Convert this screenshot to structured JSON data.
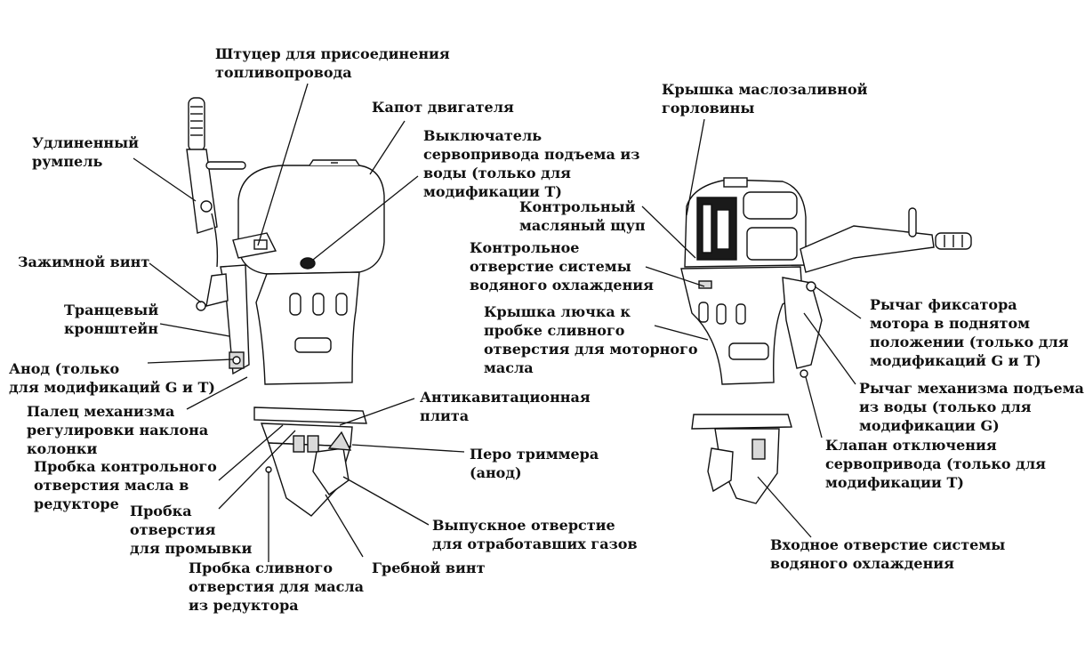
{
  "labels": {
    "fuel_fitting": "Штуцер для присоединения\nтопливопровода",
    "engine_cover": "Капот двигателя",
    "extended_tiller": "Удлиненный\nрумпель",
    "power_tilt_switch": "Выключатель\nсервопривода подъема из\nводы (только для\nмодификации T)",
    "clamp_screw": "Зажимной винт",
    "transom_bracket": "Транцевый\nкронштейн",
    "anode_gt": "Анод (только\nдля модификаций G и T)",
    "tilt_pin": "Палец механизма\nрегулировки наклона\nколонки",
    "gear_oil_level_plug": "Пробка контрольного\nотверстия масла в\nредукторе",
    "flush_plug": "Пробка\nотверстия\nдля промывки",
    "gear_oil_drain_plug": "Пробка сливного\nотверстия для масла\nиз редуктора",
    "propeller": "Гребной винт",
    "exhaust_outlet": "Выпускное отверстие\nдля отработавших газов",
    "trim_tab": "Перо триммера\n(анод)",
    "anti_cavitation_plate": "Антикавитационная\nплита",
    "oil_filler_cap": "Крышка маслозаливной\nгорловины",
    "dipstick": "Контрольный\nмасляный щуп",
    "cooling_check_hole": "Контрольное\nотверстие системы\nводяного охлаждения",
    "oil_drain_cover": "Крышка лючка к\nпробке сливного\nотверстия для моторного\nмасла",
    "tilt_lock_lever": "Рычаг фиксатора\nмотора в поднятом\nположении (только для\nмодификаций G и T)",
    "tilt_lever_g": "Рычаг механизма подъема\nиз воды (только для\nмодификации G)",
    "manual_release_valve": "Клапан отключения\nсервопривода (только для\nмодификации T)",
    "water_intake": "Входное отверстие системы\nводяного охлаждения"
  },
  "icons": {
    "left_motor": "outboard-motor-side-view-icon",
    "right_motor": "outboard-motor-rear-open-view-icon"
  },
  "colors": {
    "ink": "#111111",
    "background": "#ffffff"
  }
}
